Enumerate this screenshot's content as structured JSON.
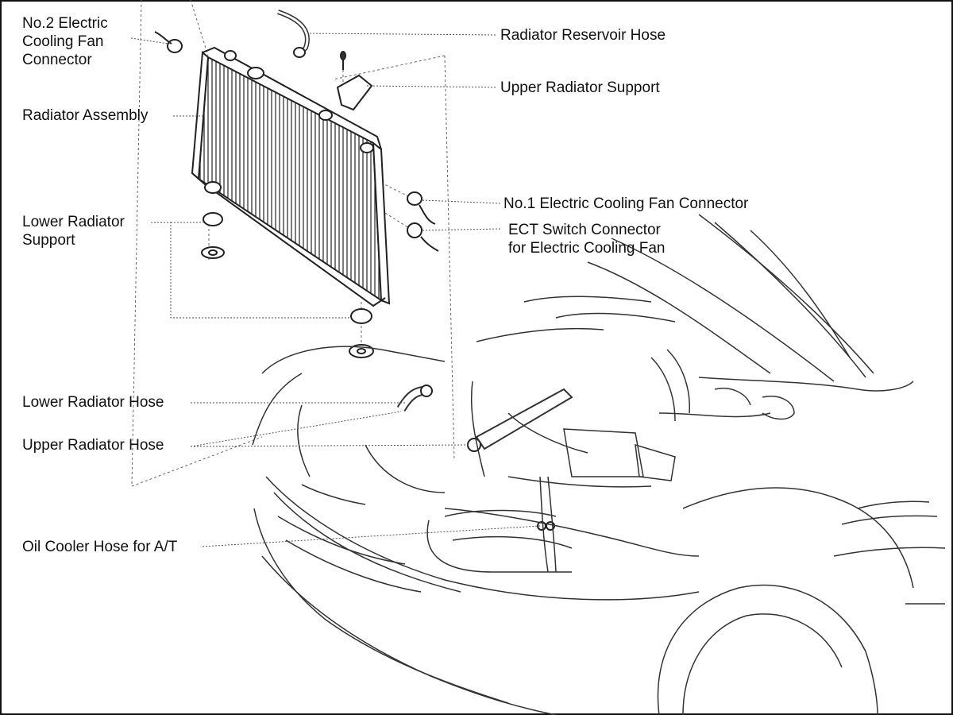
{
  "labels": {
    "no2_fan_connector": [
      "No.2 Electric",
      "Cooling  Fan",
      "Connector"
    ],
    "radiator_assembly": "Radiator Assembly",
    "lower_radiator_support": [
      "Lower  Radiator",
      "Support"
    ],
    "lower_radiator_hose": "Lower Radiator Hose",
    "upper_radiator_hose": "Upper Radiator Hose",
    "oil_cooler_hose": "Oil Cooler Hose for A/T",
    "radiator_reservoir_hose": "Radiator Reservoir Hose",
    "upper_radiator_support": "Upper Radiator Support",
    "no1_fan_connector": "No.1 Electric Cooling Fan Connector",
    "ect_switch_connector": [
      "ECT  Switch  Connector",
      "for Electric Cooling Fan"
    ]
  },
  "colors": {
    "line": "#222222",
    "leader": "#555555",
    "text": "#111111"
  }
}
